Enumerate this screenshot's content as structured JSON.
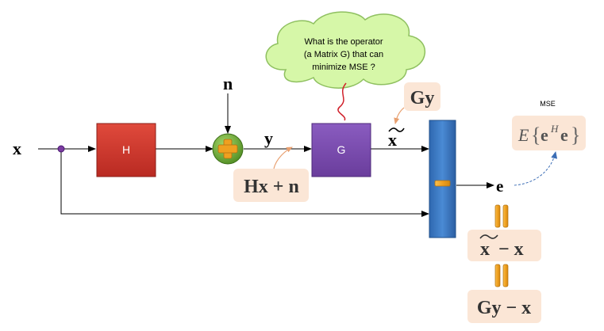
{
  "cloud": {
    "line1": "What is the operator",
    "line2": "(a Matrix G) that can",
    "line3": "minimize MSE ?"
  },
  "blocks": {
    "h_label": "H",
    "g_label": "G",
    "minus_label": "–"
  },
  "signals": {
    "x": "x",
    "n": "n",
    "y": "y",
    "x_tilde": "x",
    "e": "e"
  },
  "callouts": {
    "hx_n": "Hx + n",
    "gy": "Gy",
    "mse_label": "MSE",
    "mse_E": "E",
    "mse_e1": "e",
    "mse_H": "H",
    "mse_e2": "e",
    "xt_minus_x_a": "x",
    "xt_minus_x_b": "− x",
    "gy_minus_x": "Gy − x"
  },
  "colors": {
    "h_block": "#d9352b",
    "g_block": "#7b4bb0",
    "minus_block": "#3b79c3",
    "adder": "#6fae37",
    "callout_bg": "#fbe6d6",
    "cloud_fill": "#d6f7a8",
    "equals_bar": "#f0a020"
  }
}
